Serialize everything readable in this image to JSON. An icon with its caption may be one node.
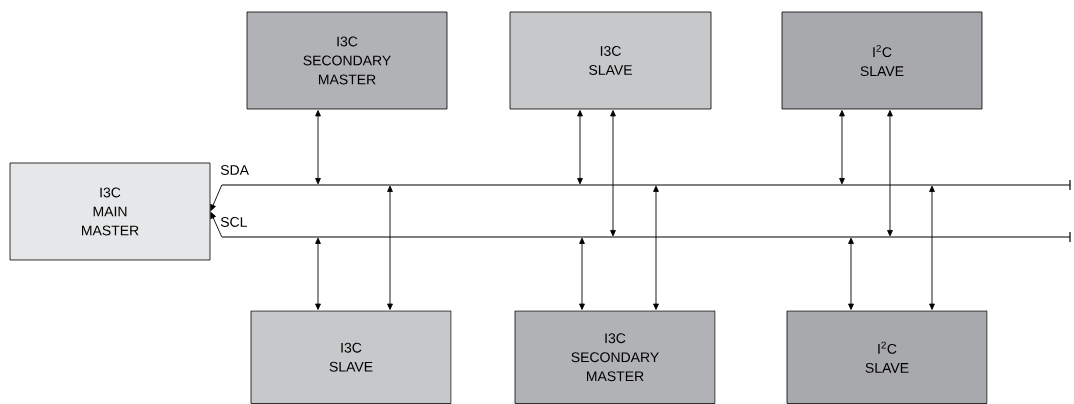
{
  "diagram": {
    "nodes": [
      {
        "text": [
          "I3C SECONDARY MASTER"
        ]
      },
      {
        "text": [
          "I3C SLAVE"
        ]
      },
      {
        "text": [
          "I$^{2}$C SLAVE"
        ]
      },
      {
        "text": [
          "I3C MAIN MASTER"
        ]
      },
      {
        "text": [],
        "shape": "bar",
        "beside": [
          "SDA"
        ]
      },
      {
        "text": [],
        "shape": "bar",
        "beside": [
          "SCL"
        ]
      },
      {
        "text": [
          "I3C SLAVE"
        ]
      },
      {
        "text": [
          "I3C SECONDARY MASTER"
        ]
      },
      {
        "text": [
          "I$^{2}$C SLAVE"
        ]
      }
    ],
    "edges": [
      {
        "from": 0,
        "to": 4,
        "arrow": "both"
      },
      {
        "from": 1,
        "to": 4,
        "arrow": "both"
      },
      {
        "from": 1,
        "to": 5,
        "arrow": "both"
      },
      {
        "from": 2,
        "to": 4,
        "arrow": "both"
      },
      {
        "from": 2,
        "to": 5,
        "arrow": "both"
      },
      {
        "from": 4,
        "to": 3,
        "arrow": "to"
      },
      {
        "from": 5,
        "to": 3,
        "arrow": "to"
      },
      {
        "from": 6,
        "to": 5,
        "arrow": "both"
      },
      {
        "from": 6,
        "to": 4,
        "arrow": "both"
      },
      {
        "from": 7,
        "to": 5,
        "arrow": "both"
      },
      {
        "from": 7,
        "to": 4,
        "arrow": "both"
      },
      {
        "from": 8,
        "to": 5,
        "arrow": "both"
      },
      {
        "from": 8,
        "to": 4,
        "arrow": "both"
      }
    ]
  }
}
